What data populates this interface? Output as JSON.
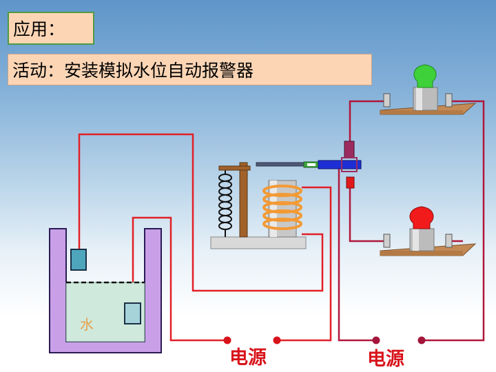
{
  "header": {
    "title": "应用：",
    "activity": "活动：安装模拟水位自动报警器"
  },
  "diagram": {
    "water_label": "水",
    "power_left_label": "电源",
    "power_right_label": "电源",
    "lamp_top_color": "#3ed13a",
    "lamp_bottom_color": "#f21b1b",
    "wire_left_color": "#e21f26",
    "wire_right_color": "#b0163a",
    "coil_color": "#f39a35",
    "tank_color": "#c9a0e8",
    "water_color": "#cfe9dc"
  }
}
